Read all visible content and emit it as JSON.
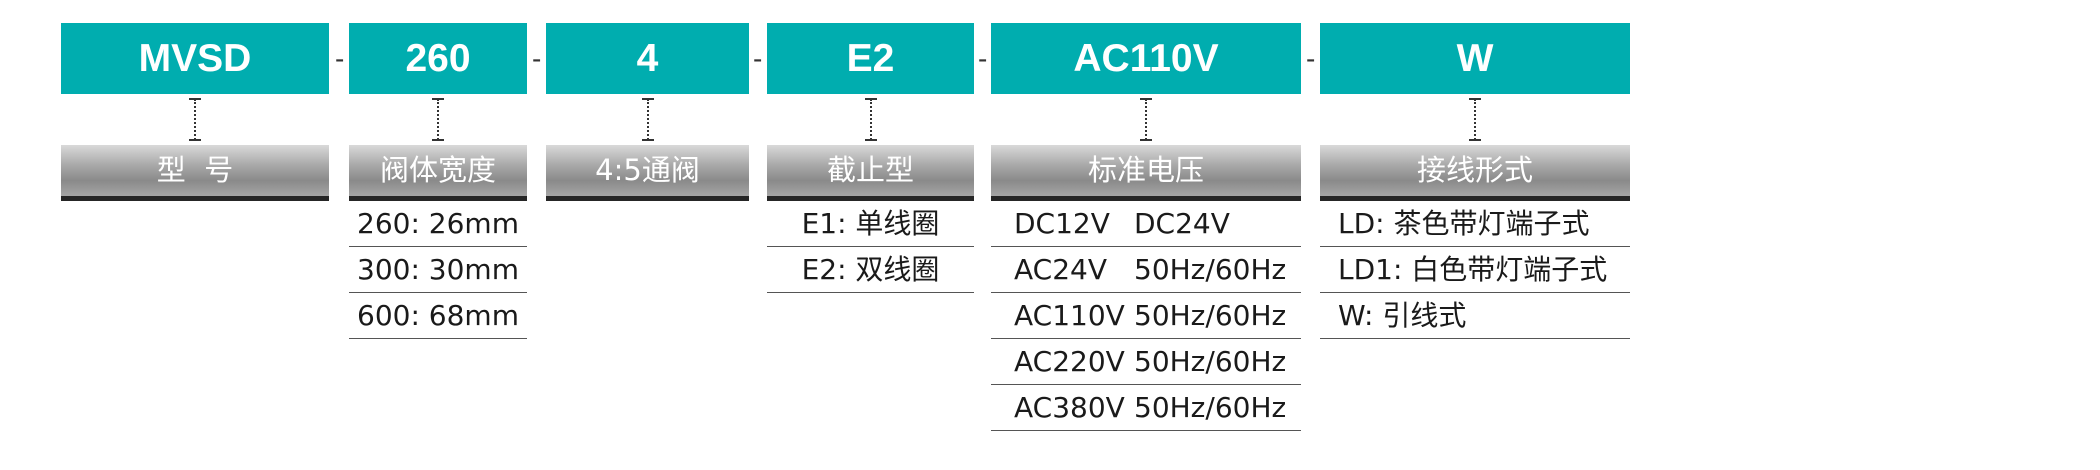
{
  "columns": [
    {
      "code": "MVSD",
      "header": "型  号",
      "options": []
    },
    {
      "code": "260",
      "header": "阀体宽度",
      "options": [
        "260: 26mm",
        "300: 30mm",
        "600: 68mm"
      ]
    },
    {
      "code": "4",
      "header": "4:5通阀",
      "options": []
    },
    {
      "code": "E2",
      "header": "截止型",
      "options": [
        "E1: 单线圈",
        "E2: 双线圈"
      ]
    },
    {
      "code": "AC110V",
      "header": "标准电压",
      "voltage_options": [
        {
          "voltage": "DC12V",
          "detail": "DC24V"
        },
        {
          "voltage": "AC24V",
          "detail": "50Hz/60Hz"
        },
        {
          "voltage": "AC110V",
          "detail": "50Hz/60Hz"
        },
        {
          "voltage": "AC220V",
          "detail": "50Hz/60Hz"
        },
        {
          "voltage": "AC380V",
          "detail": "50Hz/60Hz"
        }
      ]
    },
    {
      "code": "W",
      "header": "接线形式",
      "options": [
        "LD: 茶色带灯端子式",
        "LD1: 白色带灯端子式",
        "W: 引线式"
      ]
    }
  ],
  "separator": "-",
  "colors": {
    "code_bg": "#00adaf",
    "code_text": "#ffffff",
    "header_gradient": [
      "#d9d9d9",
      "#8a8a8a"
    ],
    "header_underline": "#262626"
  }
}
